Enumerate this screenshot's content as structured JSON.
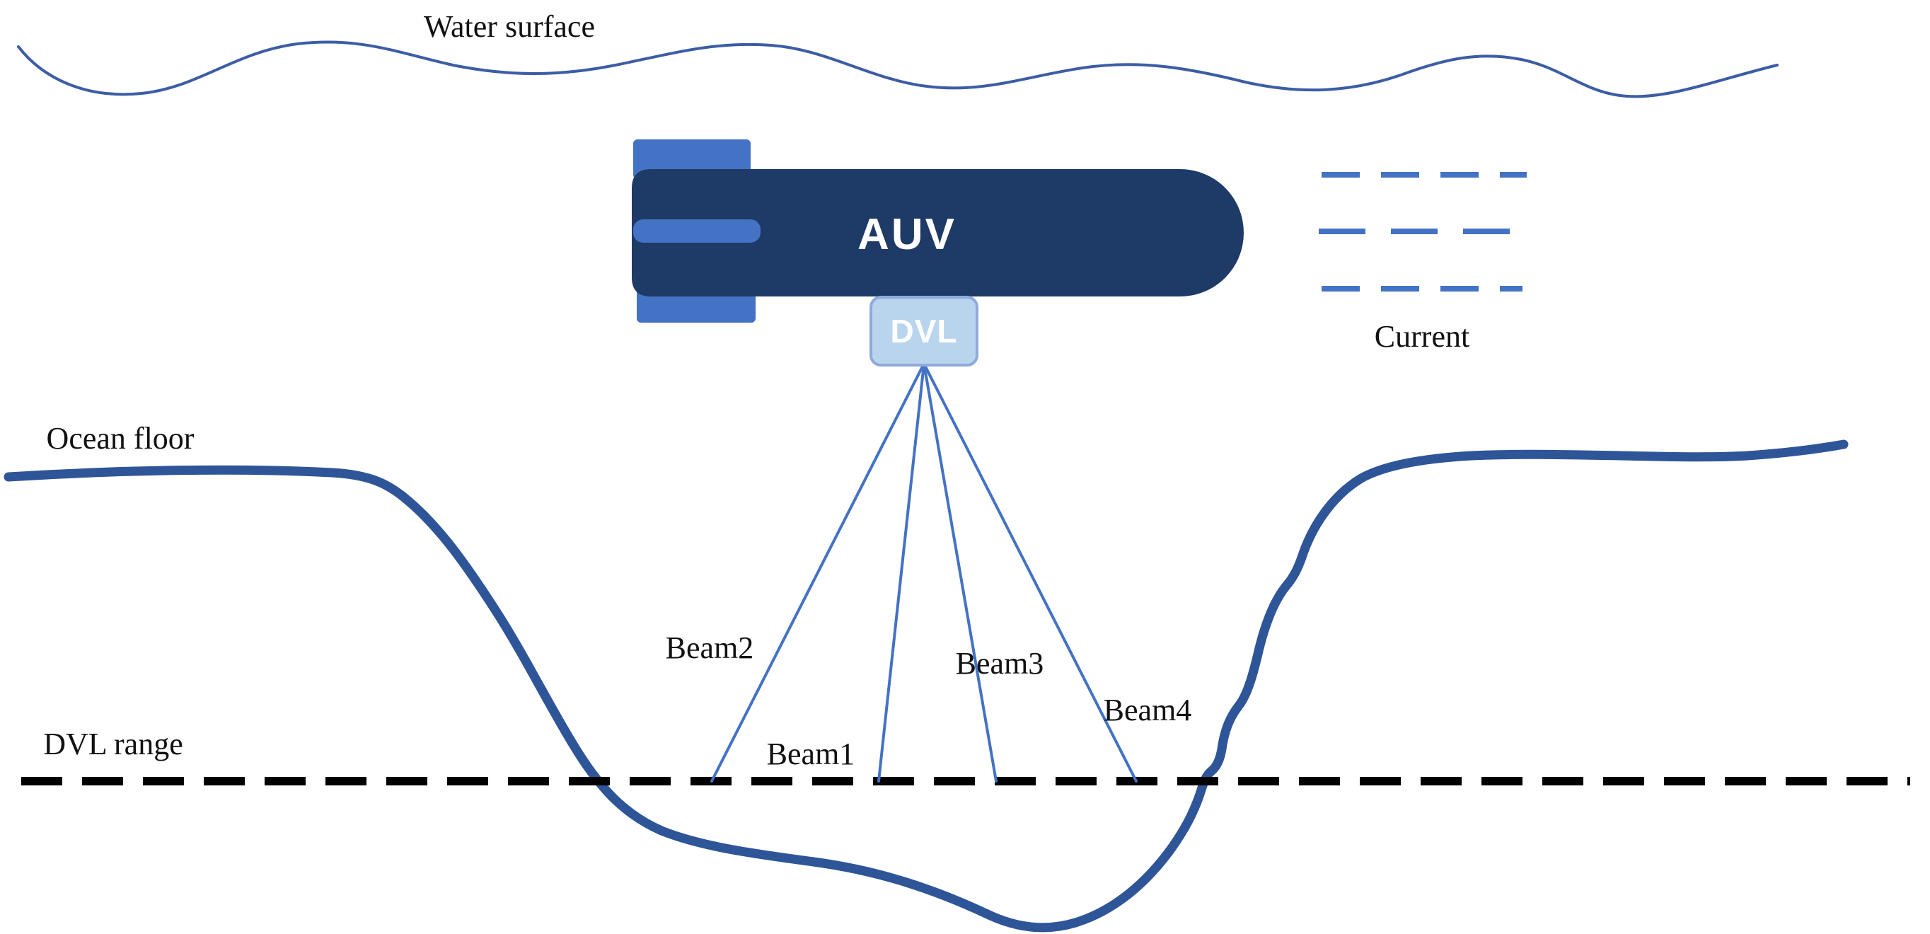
{
  "diagram": {
    "labels": {
      "water_surface": "Water surface",
      "auv": "AUV",
      "dvl": "DVL",
      "current": "Current",
      "ocean_floor": "Ocean floor",
      "dvl_range": "DVL range",
      "beam1": "Beam1",
      "beam2": "Beam2",
      "beam3": "Beam3",
      "beam4": "Beam4"
    },
    "colors": {
      "water_surface": "#3c5da6",
      "auv_body": "#1e3a66",
      "accent": "#4472c4",
      "dvl_fill": "#b9d5ee",
      "dvl_stroke": "#8faadc",
      "beam": "#4472c4",
      "current": "#4472c4",
      "ocean_floor": "#2e5597",
      "dvl_range_line": "#000000",
      "label_text": "#111111",
      "auv_text": "#ffffff",
      "dvl_text": "#ffffff"
    }
  }
}
